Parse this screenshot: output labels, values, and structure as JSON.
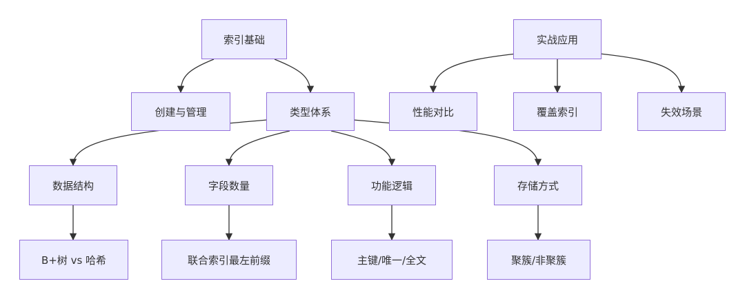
{
  "colors": {
    "node_fill": "#ECECFF",
    "node_border": "#9370DB",
    "edge": "#333333",
    "text": "#333333"
  },
  "nodes": {
    "index_basics": "索引基础",
    "practical_use": "实战应用",
    "create_manage": "创建与管理",
    "type_system": "类型体系",
    "performance": "性能对比",
    "covering_index": "覆盖索引",
    "failure_cases": "失效场景",
    "data_structure": "数据结构",
    "field_count": "字段数量",
    "function_logic": "功能逻辑",
    "storage_method": "存储方式",
    "btree_hash": "B+树 vs 哈希",
    "composite_prefix": "联合索引最左前缀",
    "pk_unique_fulltext": "主键/唯一/全文",
    "clustered": "聚簇/非聚簇"
  }
}
